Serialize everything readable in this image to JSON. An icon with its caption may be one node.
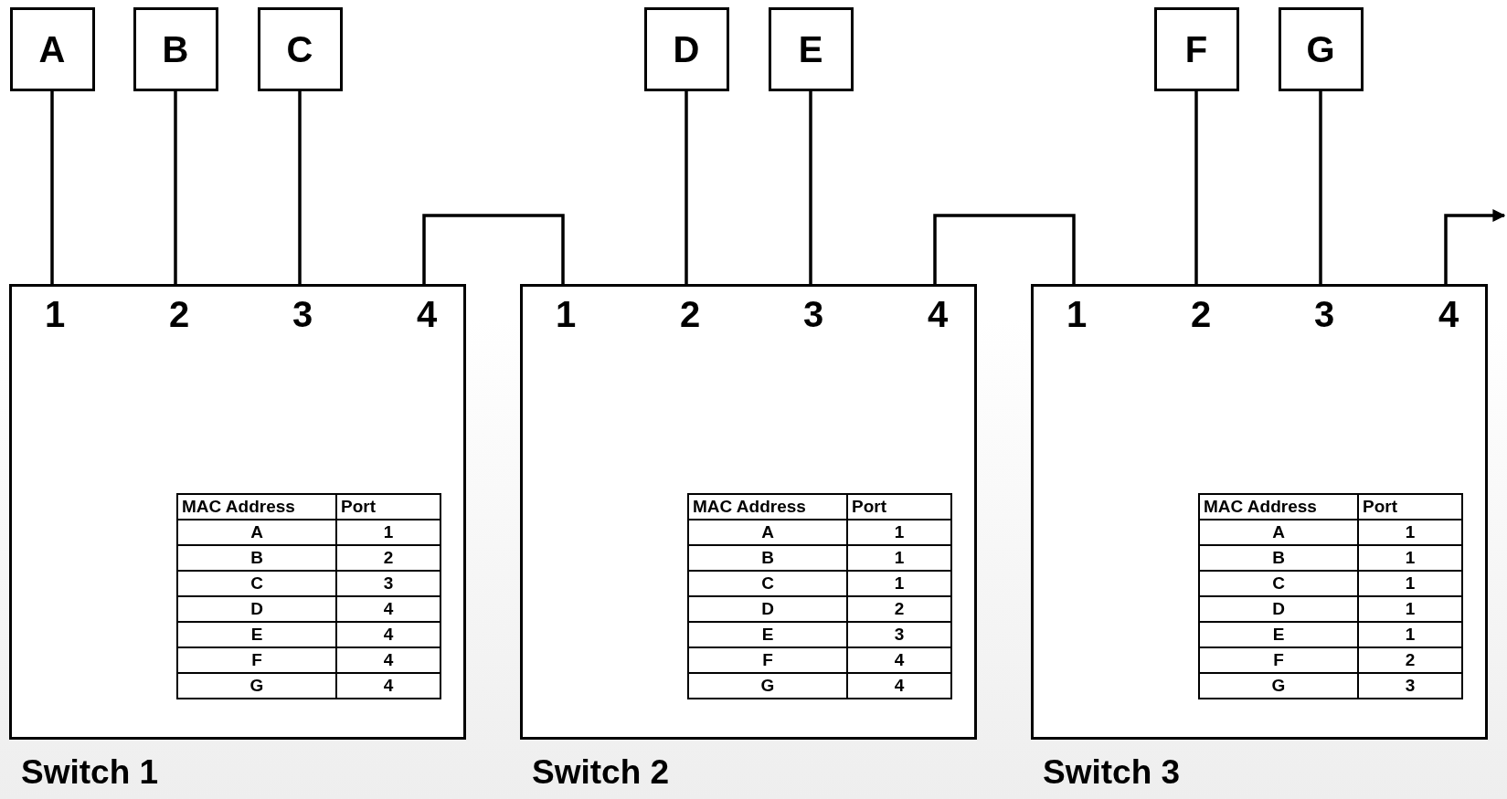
{
  "diagram": {
    "nodes": [
      {
        "text": [
          "A"
        ]
      },
      {
        "text": [
          "B"
        ]
      },
      {
        "text": [
          "C"
        ]
      },
      {
        "text": [
          "D"
        ]
      },
      {
        "text": [
          "E"
        ]
      },
      {
        "text": [
          "F"
        ]
      },
      {
        "text": [
          "G"
        ]
      },
      {
        "text": [
          "Switch 1"
        ]
      },
      {
        "text": [
          "Switch 2"
        ]
      },
      {
        "text": [
          "Switch 3"
        ]
      }
    ],
    "edges": [
      {
        "from": 0,
        "to": 7,
        "arrow": "none"
      },
      {
        "from": 1,
        "to": 7,
        "arrow": "none"
      },
      {
        "from": 2,
        "to": 7,
        "arrow": "none"
      },
      {
        "from": 7,
        "to": 8,
        "arrow": "none"
      },
      {
        "from": 3,
        "to": 8,
        "arrow": "none"
      },
      {
        "from": 4,
        "to": 8,
        "arrow": "none"
      },
      {
        "from": 8,
        "to": 9,
        "arrow": "none"
      },
      {
        "from": 5,
        "to": 9,
        "arrow": "none"
      },
      {
        "from": 6,
        "to": 9,
        "arrow": "none"
      },
      {
        "from": 9,
        "to": null,
        "arrow": "to"
      }
    ],
    "labels": [
      "1",
      "2",
      "3",
      "4",
      "MAC Address",
      "Port",
      "A",
      "1",
      "B",
      "2",
      "C",
      "3",
      "D",
      "4",
      "E",
      "4",
      "F",
      "4",
      "G",
      "4",
      "1",
      "2",
      "3",
      "4",
      "MAC Address",
      "Port",
      "A",
      "1",
      "B",
      "1",
      "C",
      "1",
      "D",
      "2",
      "E",
      "3",
      "F",
      "4",
      "G",
      "4",
      "1",
      "2",
      "3",
      "4",
      "MAC Address",
      "Port",
      "A",
      "1",
      "B",
      "1",
      "C",
      "1",
      "D",
      "1",
      "E",
      "1",
      "F",
      "2",
      "G",
      "3"
    ]
  }
}
